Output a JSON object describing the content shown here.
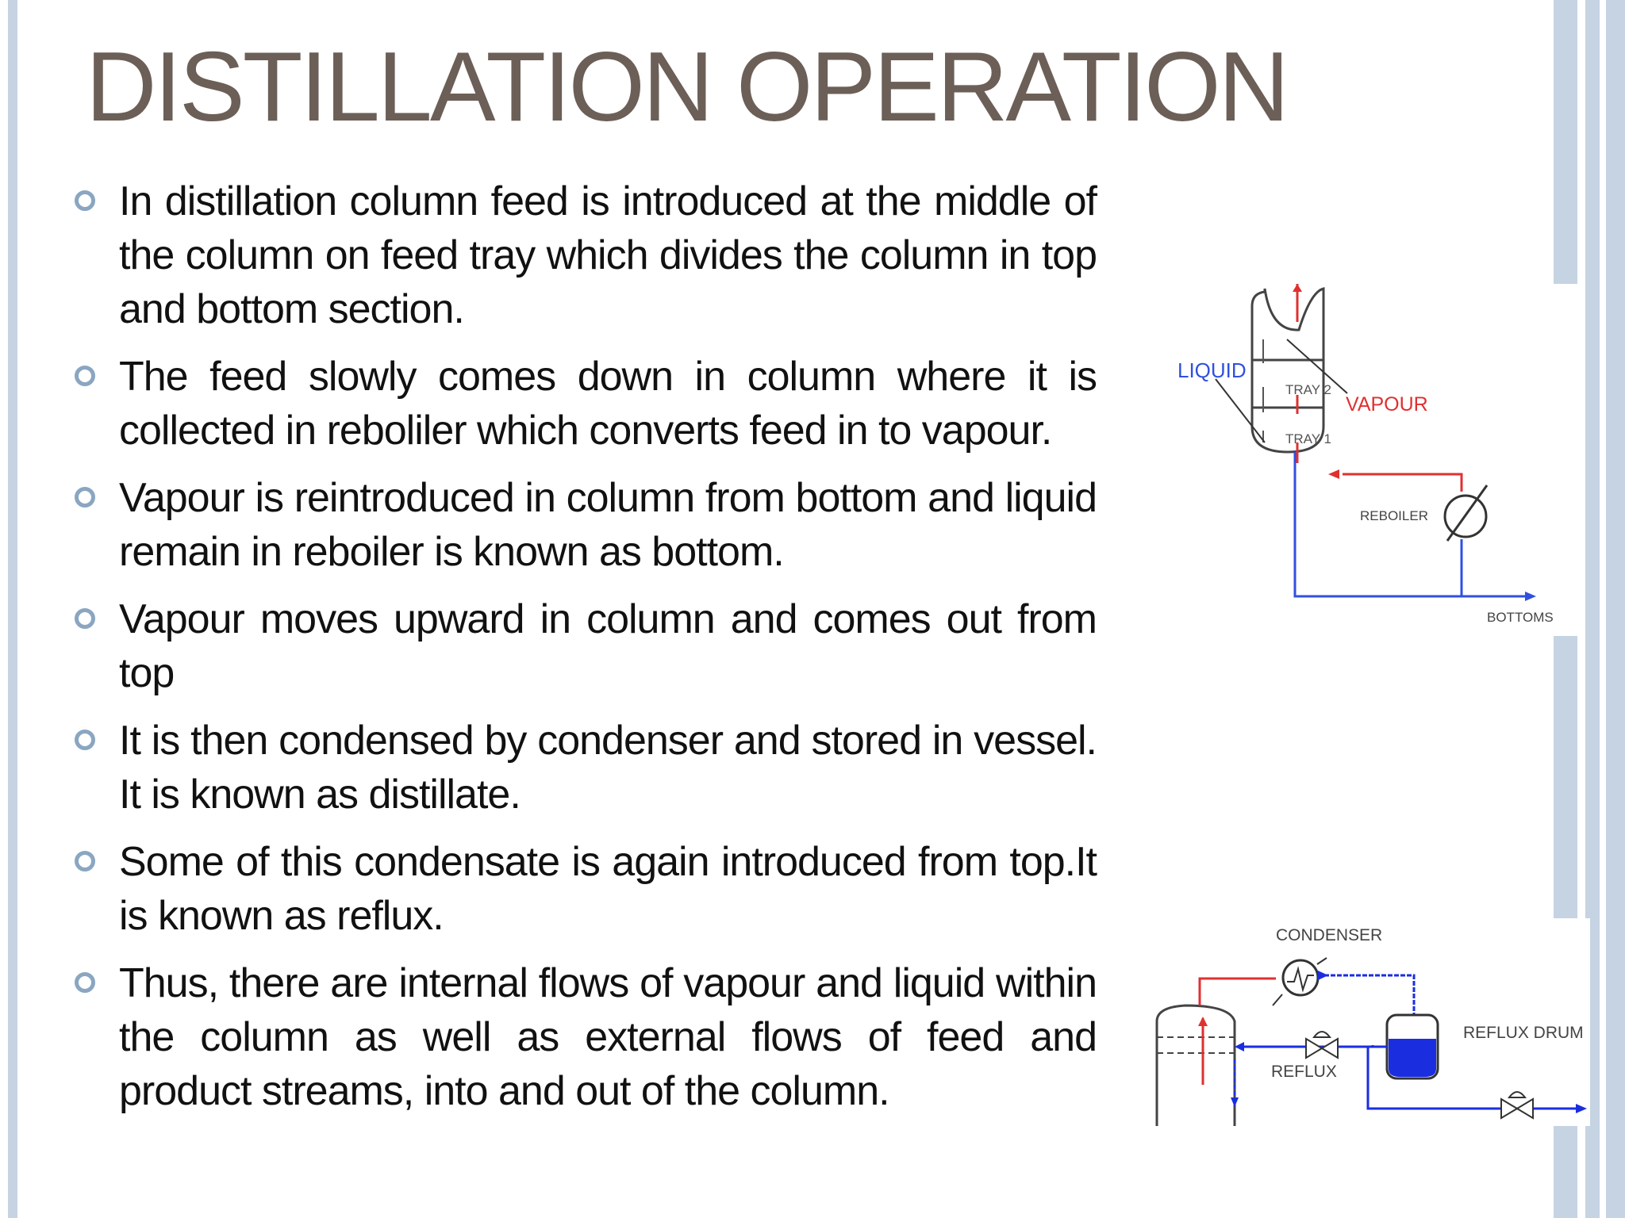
{
  "slide": {
    "title": "DISTILLATION OPERATION",
    "accent_color": "#8aa6c1",
    "title_color": "#6b5f57",
    "stripe_color": "#c5d3e2"
  },
  "bullets": [
    {
      "icon": "hollow-circle-bullet",
      "text": "In distillation column feed is introduced at the middle of the column on feed tray which divides the column in top and bottom section."
    },
    {
      "icon": "hollow-circle-bullet",
      "text": "The feed slowly comes down in column where it is collected in reboliler which converts feed in to vapour."
    },
    {
      "icon": "hollow-circle-bullet",
      "text": "Vapour is reintroduced in column from bottom and liquid remain in reboiler is known as bottom."
    },
    {
      "icon": "hollow-circle-bullet",
      "text": "Vapour moves upward in column and comes out from top"
    },
    {
      "icon": "hollow-circle-bullet",
      "text": "It is then condensed by condenser and stored in vessel. It is known as distillate."
    },
    {
      "icon": "hollow-circle-bullet",
      "text": "Some of this condensate is again introduced from top.It is known as reflux."
    },
    {
      "icon": "hollow-circle-bullet",
      "text": "Thus, there are internal flows of vapour and liquid within the column as well as external flows of feed and product streams, into and out of the column."
    }
  ],
  "reboiler_diagram": {
    "liquid_label": "LIQUID",
    "tray2_label": "TRAY 2",
    "tray1_label": "TRAY 1",
    "vapour_label": "VAPOUR",
    "reboiler_label": "REBOILER",
    "bottoms_label": "BOTTOMS",
    "vapour_color": "#e03030",
    "liquid_color": "#3050e0"
  },
  "condenser_diagram": {
    "condenser_label": "CONDENSER",
    "reflux_drum_label": "REFLUX DRUM",
    "reflux_label": "REFLUX",
    "vapour_color": "#e03030",
    "liquid_color": "#1a2ee0"
  }
}
